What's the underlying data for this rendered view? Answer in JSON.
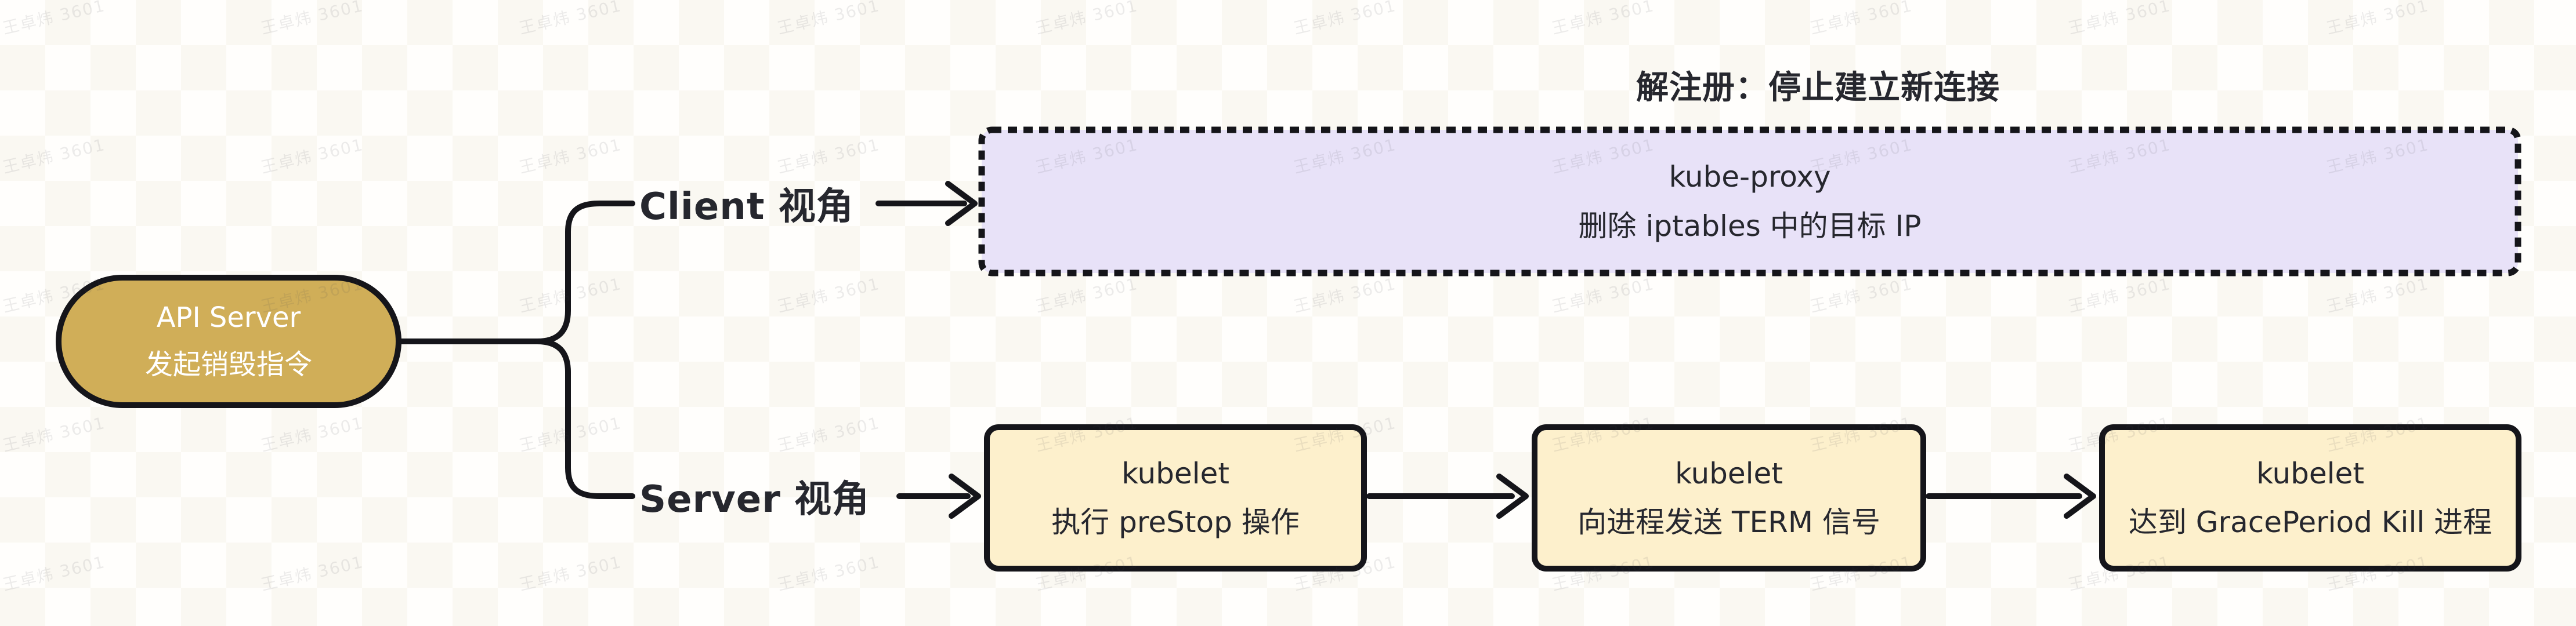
{
  "page": {
    "watermark_text": "王卓炜 3601"
  },
  "diagram": {
    "root_node": {
      "line1": "API Server",
      "line2": "发起销毁指令"
    },
    "client_branch": {
      "label": "Client 视角",
      "annotation": "解注册：停止建立新连接",
      "node": {
        "line1": "kube-proxy",
        "line2": "删除 iptables 中的目标 IP"
      }
    },
    "server_branch": {
      "label": "Server 视角",
      "nodes": [
        {
          "line1": "kubelet",
          "line2": "执行 preStop 操作"
        },
        {
          "line1": "kubelet",
          "line2": "向进程发送 TERM 信号"
        },
        {
          "line1": "kubelet",
          "line2": "达到 GracePeriod Kill 进程"
        }
      ]
    },
    "colors": {
      "root_fill": "#d0ae58",
      "client_node_fill": "#e8e2f8",
      "server_node_fill": "#fdf0cc",
      "stroke": "#15151a",
      "text_dark": "#26272e",
      "root_text": "#ffffff"
    }
  }
}
